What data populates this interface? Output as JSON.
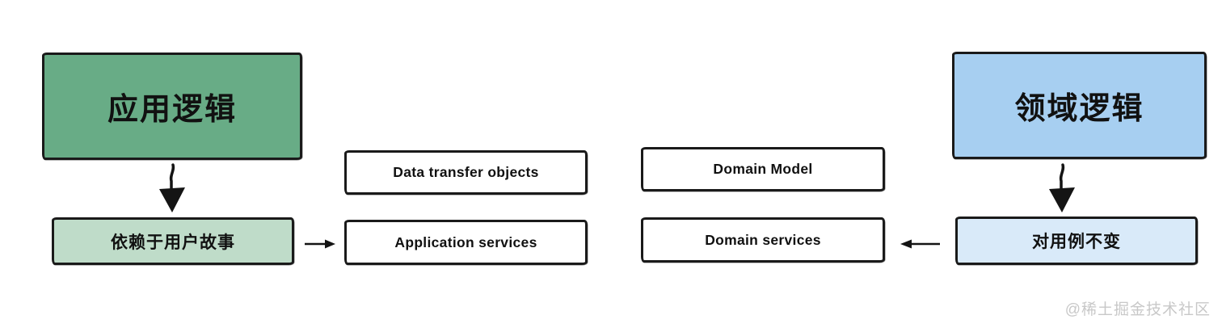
{
  "boxes": {
    "app_logic": {
      "label": "应用逻辑",
      "fill": "#68ac86"
    },
    "user_story": {
      "label": "依赖于用户故事",
      "fill": "#bfdcc9"
    },
    "dto": {
      "label": "Data transfer objects",
      "fill": "#ffffff"
    },
    "app_services": {
      "label": "Application services",
      "fill": "#ffffff"
    },
    "domain_model": {
      "label": "Domain Model",
      "fill": "#ffffff"
    },
    "domain_services": {
      "label": "Domain services",
      "fill": "#ffffff"
    },
    "domain_logic": {
      "label": "领域逻辑",
      "fill": "#a7cff1"
    },
    "use_case": {
      "label": "对用例不变",
      "fill": "#d9eaf9"
    }
  },
  "arrows": {
    "app_logic_to_user_story": {
      "icon": "arrow-down-icon"
    },
    "user_story_to_app_services": {
      "icon": "arrow-right-icon"
    },
    "use_case_to_domain_services": {
      "icon": "arrow-left-icon"
    },
    "domain_logic_to_use_case": {
      "icon": "arrow-down-icon"
    }
  },
  "colors": {
    "border": "#1a1a1a",
    "arrow": "#141414",
    "background": "#ffffff",
    "watermark": "#c8c8c8"
  },
  "watermark": {
    "text": "@稀土掘金技术社区"
  }
}
